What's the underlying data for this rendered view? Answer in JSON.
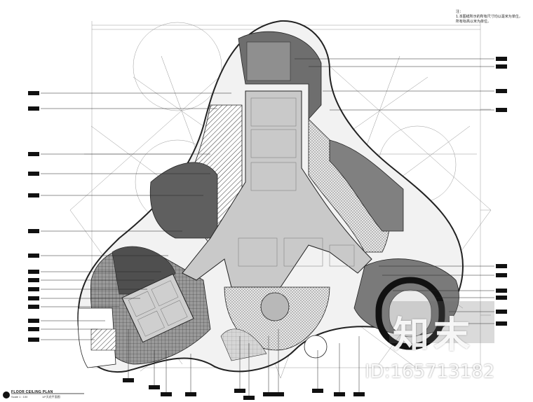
{
  "drawing": {
    "note_lines": [
      "注：",
      "1.本图纸所示的所有尺寸均以毫米为单位，",
      "  所有标高以米为单位。"
    ],
    "title": "FLOOR CEILING PLAN",
    "scale": "Scale 1 : 100",
    "subtitle": "1/F天花平面图"
  },
  "watermark": {
    "logo_text": "知末",
    "id_text": "ID:165713182"
  },
  "colors": {
    "line": "#222222",
    "dark_fill": "#6e6e6e",
    "mid_fill": "#8c8c8c",
    "light_fill": "#d2d2d2",
    "grid_line": "#999999"
  }
}
